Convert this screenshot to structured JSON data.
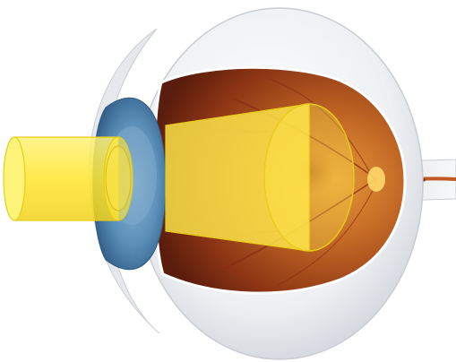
{
  "colors": {
    "background": "#ffffff",
    "sclera": "#f2f3f5",
    "sclera_shadow": "#c9ccd2",
    "iris": "#5b8fb8",
    "iris_dark": "#3f6f99",
    "retina": "#c06a28",
    "retina_dark": "#7a2e12",
    "light_beam": "#ffe94a",
    "light_beam_edge": "#e8cc1a",
    "optic_nerve": "#c9702e",
    "blood_vessel": "#8a2a14"
  },
  "icons": [
    "eyeball-cross-section",
    "light-beam",
    "optic-nerve"
  ]
}
